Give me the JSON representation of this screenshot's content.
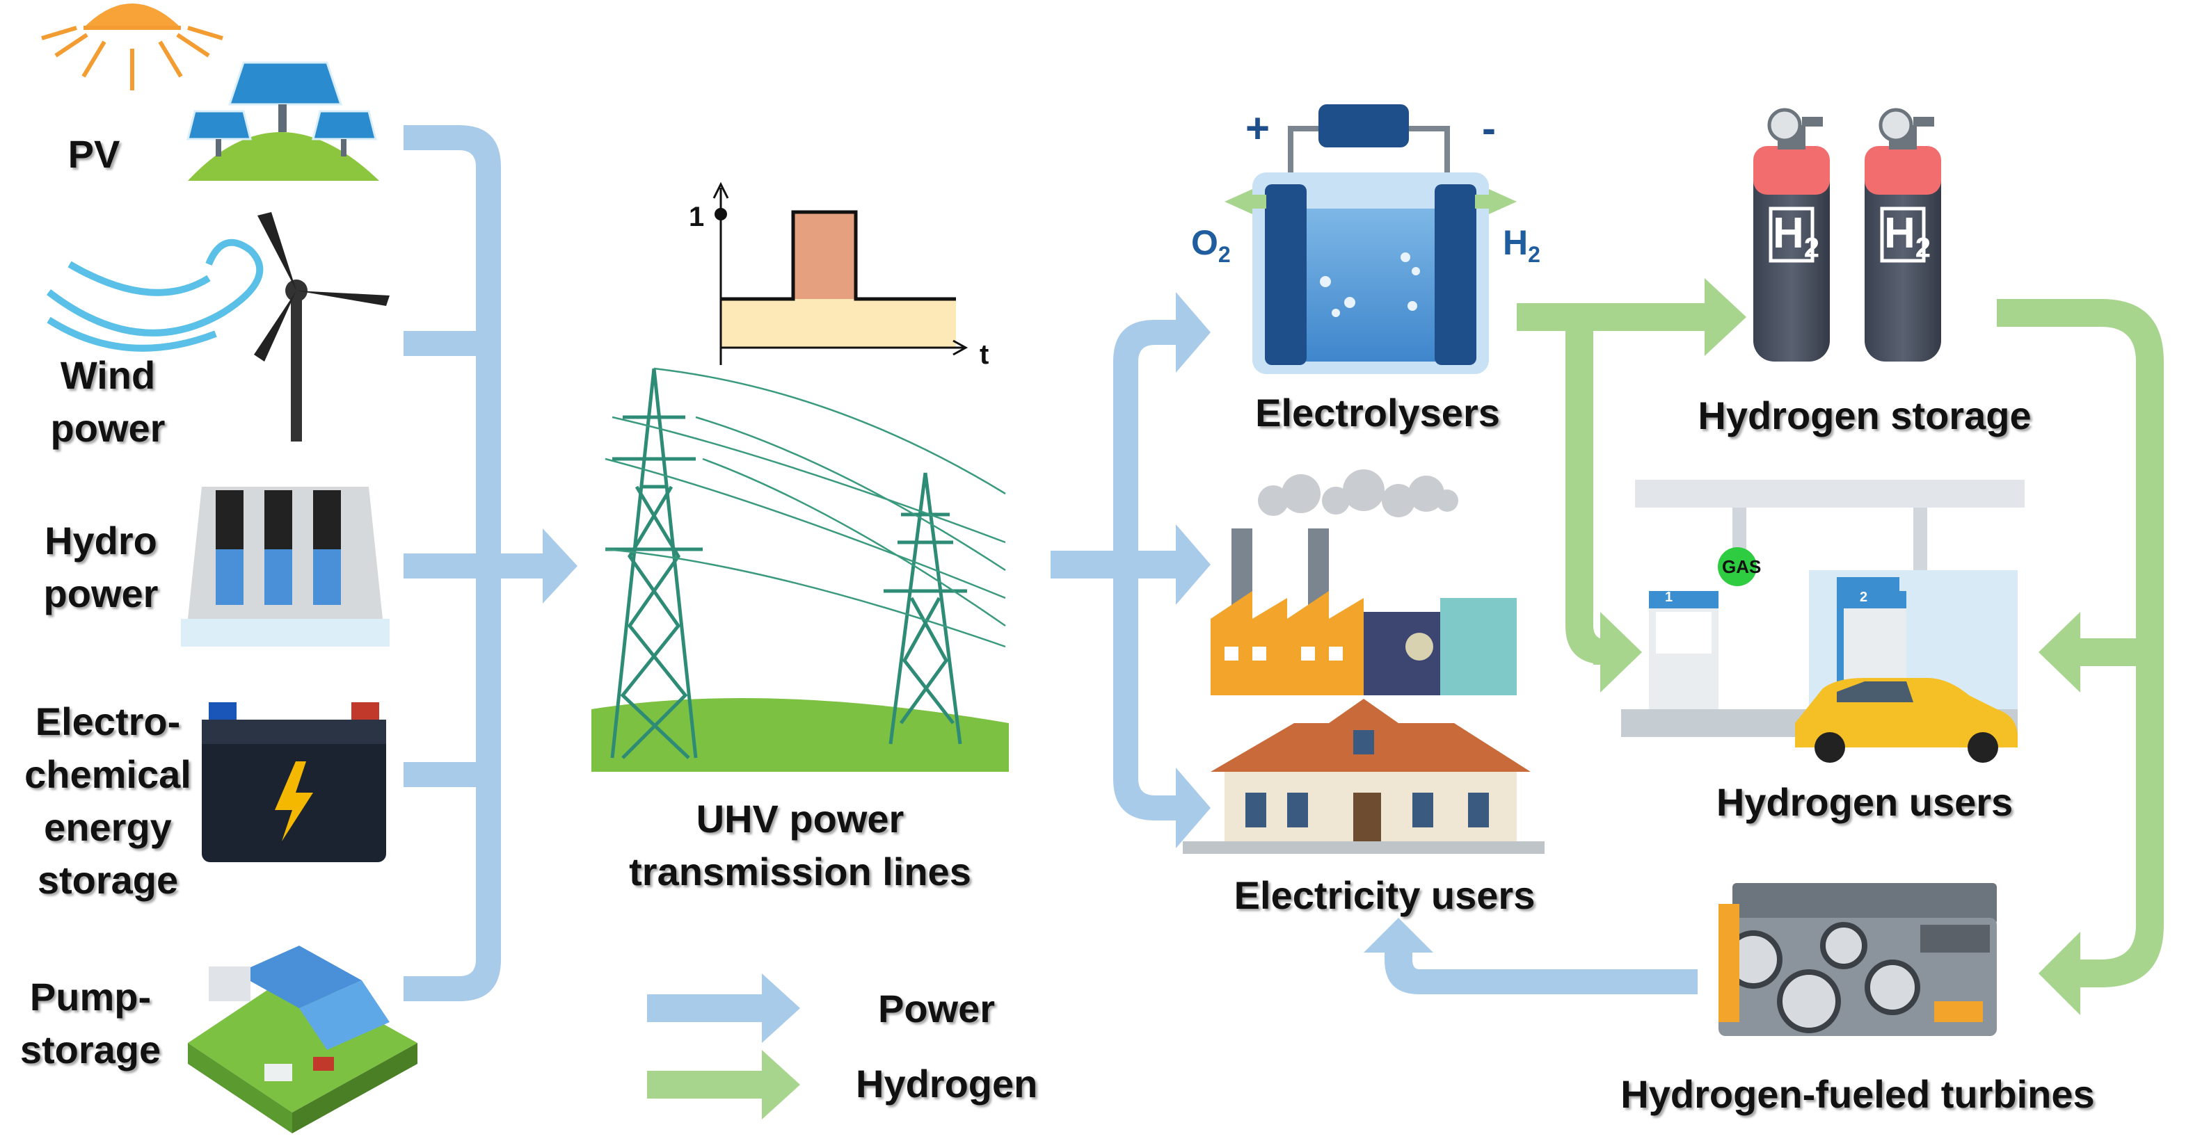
{
  "colors": {
    "power_arrow": "#a9cbea",
    "hydrogen_arrow": "#a8d58e",
    "tower_green": "#2e8b76",
    "grass": "#7cc142"
  },
  "sources": {
    "pv": "PV",
    "wind": [
      "Wind",
      "power"
    ],
    "hydro": [
      "Hydro",
      "power"
    ],
    "electrochem": [
      "Electro-",
      "chemical",
      "energy",
      "storage"
    ],
    "pump": [
      "Pump-",
      "storage"
    ]
  },
  "waveform": {
    "y_tick": "1",
    "x_label": "t"
  },
  "transmission": [
    "UHV power",
    "transmission lines"
  ],
  "electrolyser": {
    "plus": "+",
    "minus": "-",
    "o2": "O",
    "o2_sub": "2",
    "h2": "H",
    "h2_sub": "2",
    "label": "Electrolysers"
  },
  "electricity_users": "Electricity users",
  "hydrogen_storage": {
    "tank_text": "H",
    "tank_sub": "2",
    "label": "Hydrogen storage"
  },
  "hydrogen_users": {
    "gas_sign": "GAS",
    "pump_1": "1",
    "pump_2": "2",
    "label": "Hydrogen users"
  },
  "turbines": "Hydrogen-fueled turbines",
  "legend": {
    "power": "Power",
    "hydrogen": "Hydrogen"
  },
  "icons": [
    "sun-icon",
    "solar-panel-icon",
    "wind-turbine-icon",
    "wind-swirl-icon",
    "hydro-dam-icon",
    "battery-icon",
    "pump-storage-icon",
    "transmission-tower-icon",
    "electrolyser-icon",
    "factory-icon",
    "house-icon",
    "hydrogen-tank-icon",
    "gas-station-icon",
    "car-icon",
    "engine-icon"
  ]
}
